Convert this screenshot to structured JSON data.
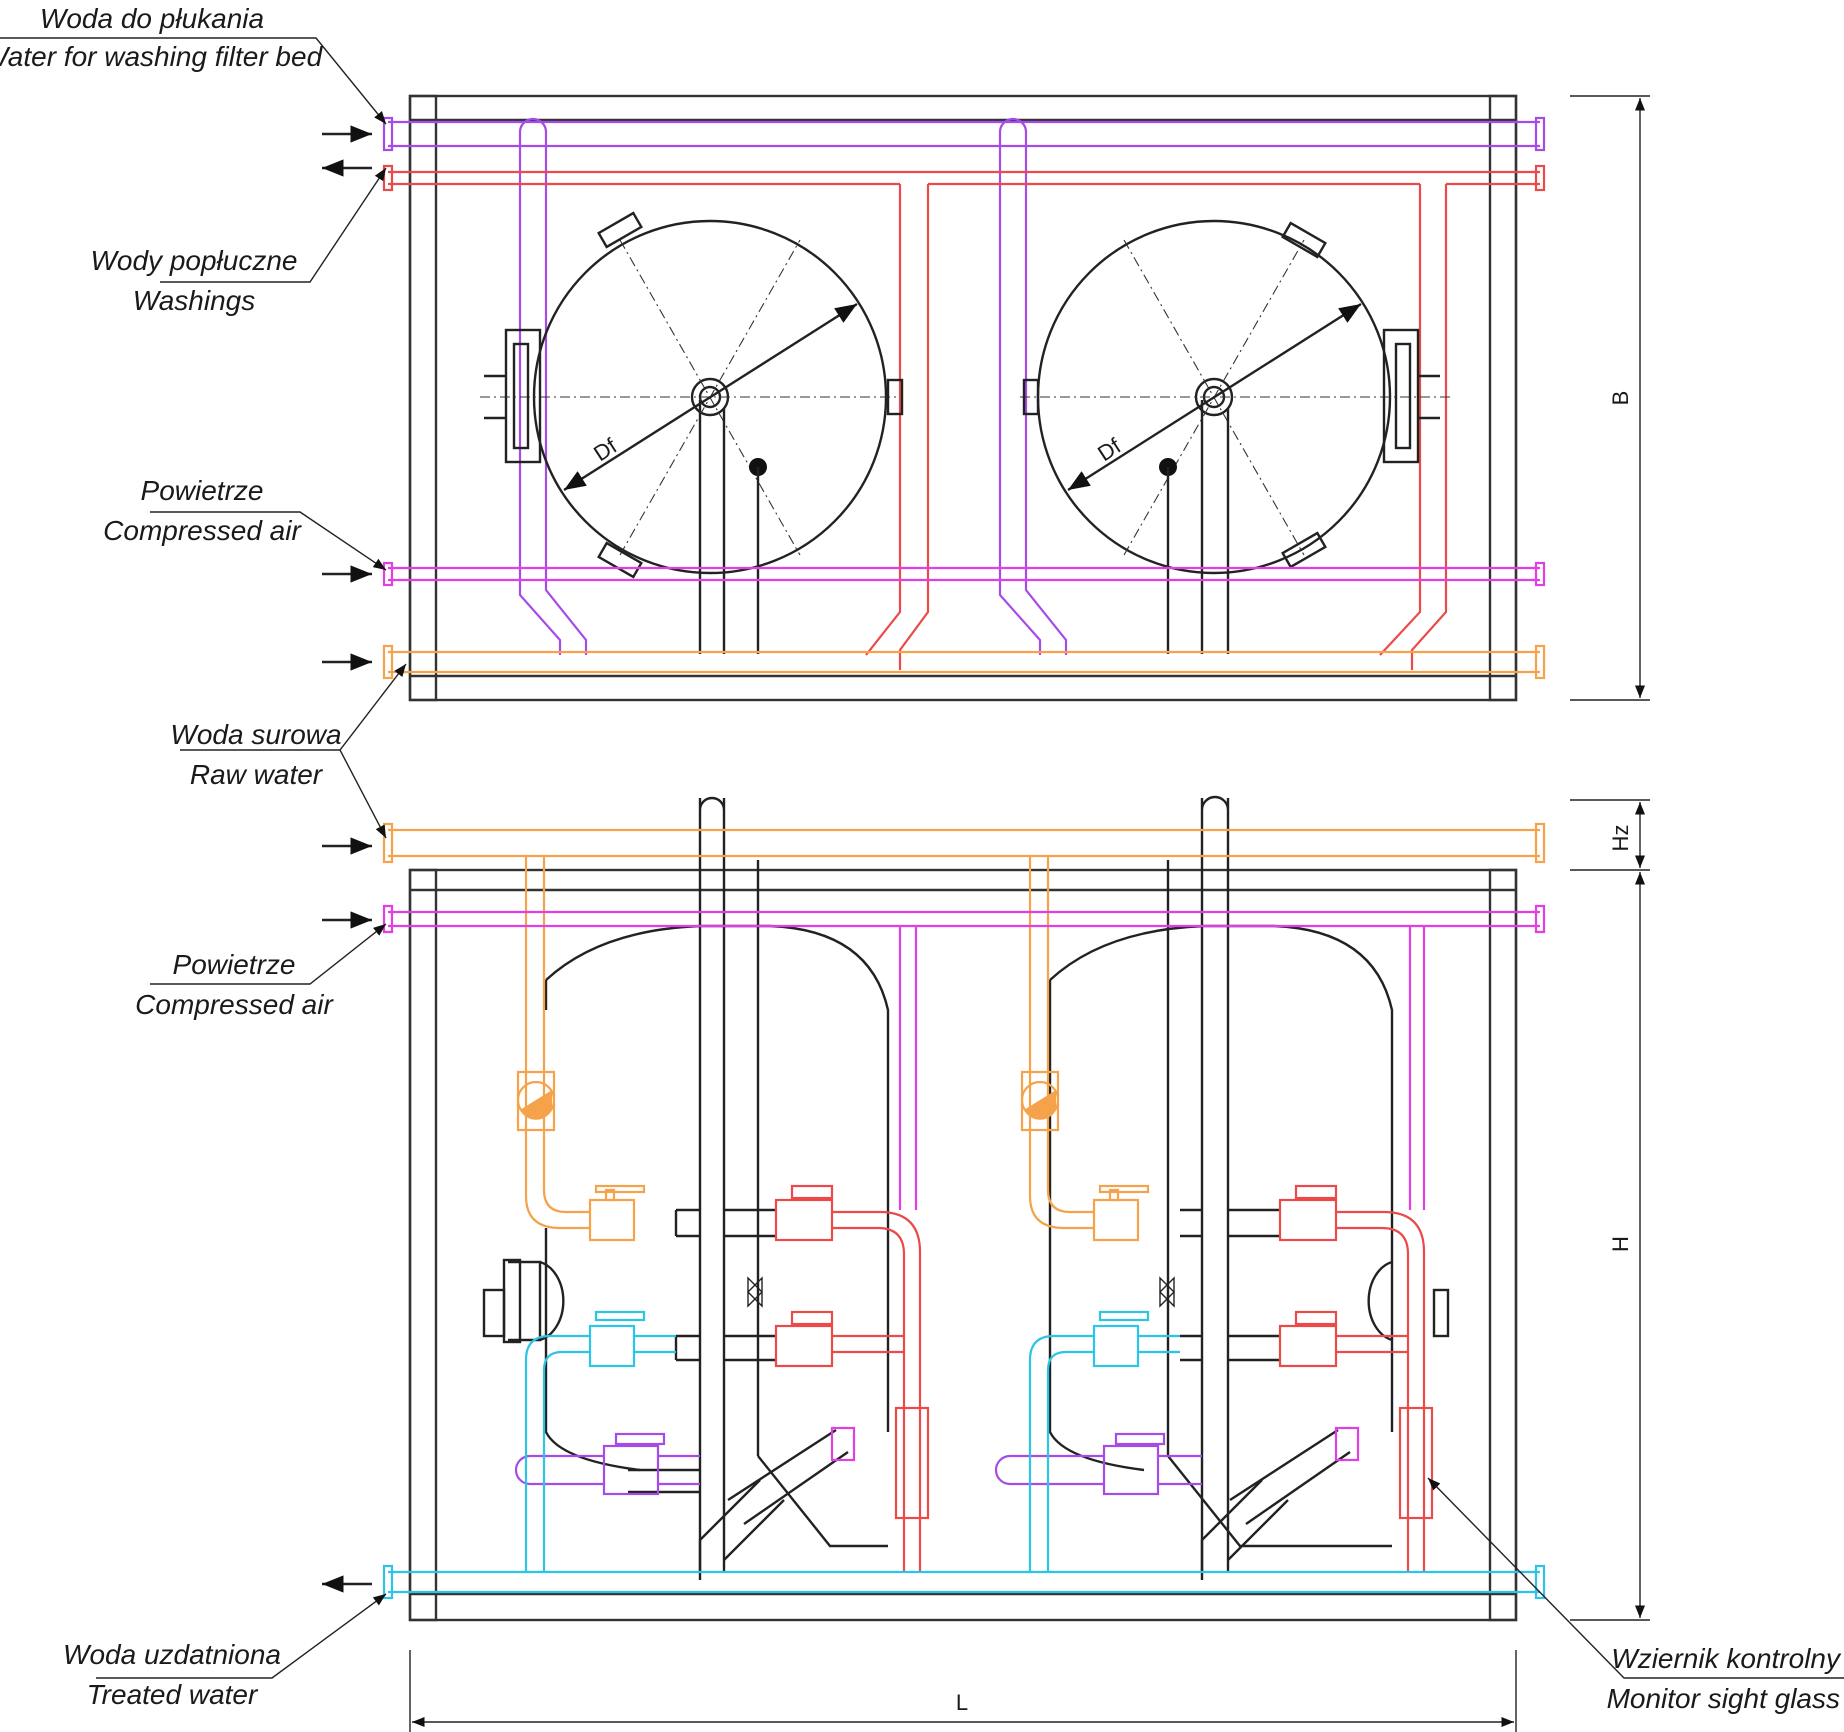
{
  "labels": {
    "wash_water_pl": "Woda do płukania",
    "wash_water_en": "Water for washing filter bed",
    "washings_pl": "Wody popłuczne",
    "washings_en": "Washings",
    "air_top_pl": "Powietrze",
    "air_top_en": "Compressed air",
    "raw_water_pl": "Woda surowa",
    "raw_water_en": "Raw water",
    "air_bottom_pl": "Powietrze",
    "air_bottom_en": "Compressed air",
    "treated_pl": "Woda uzdatniona",
    "treated_en": "Treated water",
    "sight_pl": "Wziernik kontrolny",
    "sight_en": "Monitor sight glass"
  },
  "dimensions": {
    "B": "B",
    "Hz": "Hz",
    "H": "H",
    "L": "L",
    "Df_left": "Df",
    "Df_right": "Df"
  },
  "colors": {
    "wash_water": "#a54be6",
    "washings": "#ea4a4a",
    "compressed_air": "#e23ee6",
    "raw_water": "#f5a24a",
    "treated_water": "#2ec4e6"
  }
}
